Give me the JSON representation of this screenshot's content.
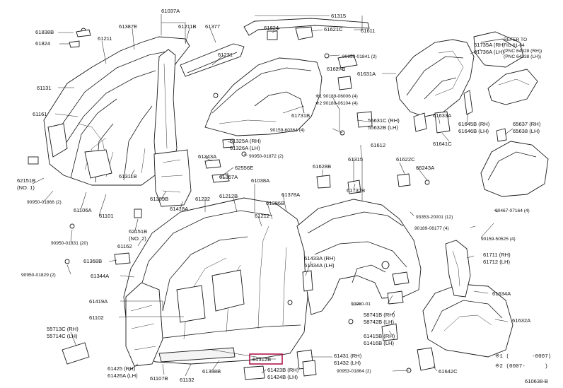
{
  "diagram_id": "610638-B",
  "highlight": {
    "part": "61312B",
    "color": "#b0184a"
  },
  "labels": [
    "61838B",
    "61824",
    "61211",
    "61387E",
    "61037A",
    "61211B",
    "61377",
    "61315",
    "61824",
    "61621C",
    "61611",
    "61131",
    "61231",
    "90950-01841 (2)",
    "61627B",
    "61631A",
    "61735A (RH)",
    "61736A (LH)",
    "REFER TO",
    "FIG 61-04",
    "(PNC 64328 (RH))",
    "(PNC 64338 (LH))",
    "61161",
    "※1 90189-06006 (4)",
    "※2 90189-06104 (4)",
    "61731B",
    "55631C (RH)",
    "55632B (LH)",
    "61633A",
    "90159-60364 (4)",
    "61641C",
    "61645B (RH)",
    "61646B (LH)",
    "65637 (RH)",
    "65638 (LH)",
    "61325A (RH)",
    "61326A (LH)",
    "90950-01872 (2)",
    "61343A",
    "62556E",
    "61367A",
    "61612",
    "61315",
    "61622C",
    "66243A",
    "61628B",
    "61732B",
    "62151B",
    "(NO. 1)",
    "90950-01866 (2)",
    "61106A",
    "61101",
    "61311B",
    "61389B",
    "61418A",
    "61038A",
    "61212B",
    "61232",
    "61378A",
    "61386B",
    "61212",
    "93353-20001 (12)",
    "90189-06177 (4)",
    "90159-50525 (4)",
    "90467-07164 (4)",
    "90950-01831 (20)",
    "62151B",
    "(NO. 2)",
    "61162",
    "61711 (RH)",
    "61712 (LH)",
    "61368B",
    "61433A (RH)",
    "61434A (LH)",
    "90950-01829 (2)",
    "61344A",
    "61634A",
    "61419A",
    "90950-01",
    "58741B (RH)",
    "58742B (LH)",
    "61102",
    "61632A",
    "55713C (RH)",
    "55714C (LH)",
    "61415B (RH)",
    "61416B (LH)",
    "61431 (RH)",
    "61432 (LH)",
    "61312B",
    "61425 (RH)",
    "61426A (LH)",
    "61107B",
    "61132",
    "61398B",
    "61423B (RH)",
    "61424B (LH)",
    "90953-01864 (2)",
    "61642C",
    "※1 (",
    "-0007)",
    "※2 (0007-",
    ")",
    "610638-B"
  ]
}
